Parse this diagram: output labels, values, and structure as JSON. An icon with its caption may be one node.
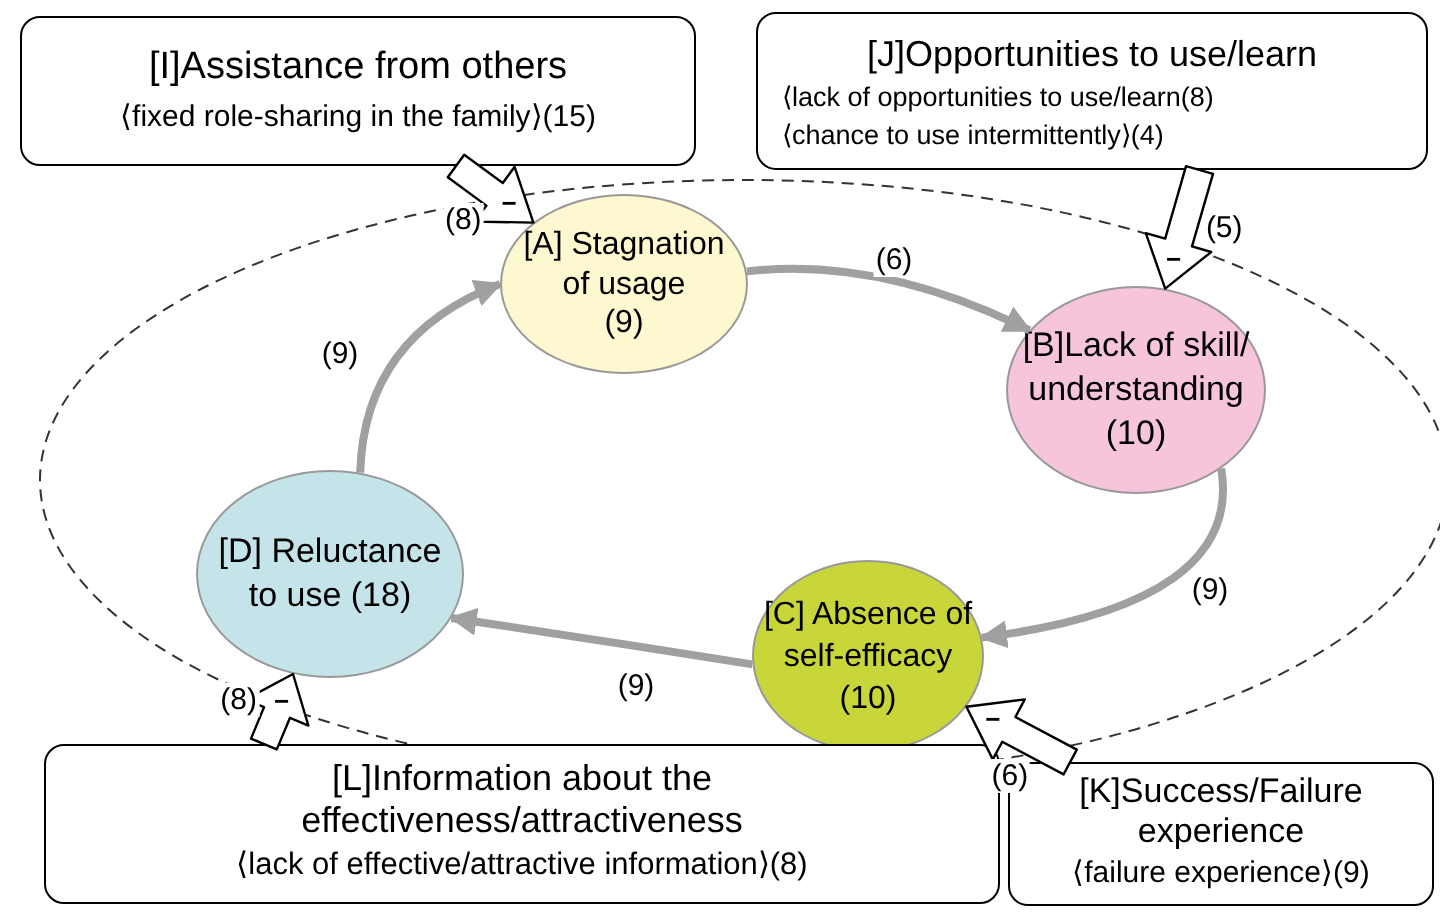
{
  "diagram": {
    "nodes": [
      {
        "text": [
          "[A] Stagnation of usage",
          "(9)"
        ]
      },
      {
        "text": [
          "[B]Lack of skill/ understanding",
          "(10)"
        ]
      },
      {
        "text": [
          "[C] Absence of self-efficacy",
          "(10)"
        ]
      },
      {
        "text": [
          "[D] Reluctance to use (18)"
        ]
      },
      {
        "text": [
          "[I]Assistance from others",
          "⟨fixed role-sharing in the family⟩(15)"
        ]
      },
      {
        "text": [
          "[J]Opportunities to use/learn",
          "⟨lack of opportunities to use/learn(8)",
          "⟨chance to use intermittently⟩(4)"
        ]
      },
      {
        "text": [
          "[K]Success/Failure experience",
          "⟨failure experience⟩(9)"
        ]
      },
      {
        "text": [
          "[L]Information about the effectiveness/attractiveness",
          "⟨lack of effective/attractive information⟩(8)"
        ]
      }
    ],
    "edges": [
      {
        "from": 0,
        "to": 1,
        "arrow": "to",
        "label": "(6)",
        "color": "#a0a0a0"
      },
      {
        "from": 1,
        "to": 2,
        "arrow": "to",
        "label": "(9)",
        "color": "#a0a0a0"
      },
      {
        "from": 2,
        "to": 3,
        "arrow": "to",
        "label": "(9)",
        "color": "#a0a0a0"
      },
      {
        "from": 3,
        "to": 0,
        "arrow": "to",
        "label": "(9)",
        "color": "#a0a0a0"
      },
      {
        "from": 4,
        "to": 0,
        "arrow": "to",
        "label": "(8)",
        "style": "thick"
      },
      {
        "from": 5,
        "to": 1,
        "arrow": "to",
        "label": "(5)",
        "style": "thick"
      },
      {
        "from": 7,
        "to": 3,
        "arrow": "to",
        "label": "(8)",
        "style": "thick"
      },
      {
        "from": 6,
        "to": 2,
        "arrow": "to",
        "label": "(6)",
        "style": "thick"
      }
    ],
    "labels": [
      "−",
      "−",
      "−",
      "−"
    ]
  }
}
